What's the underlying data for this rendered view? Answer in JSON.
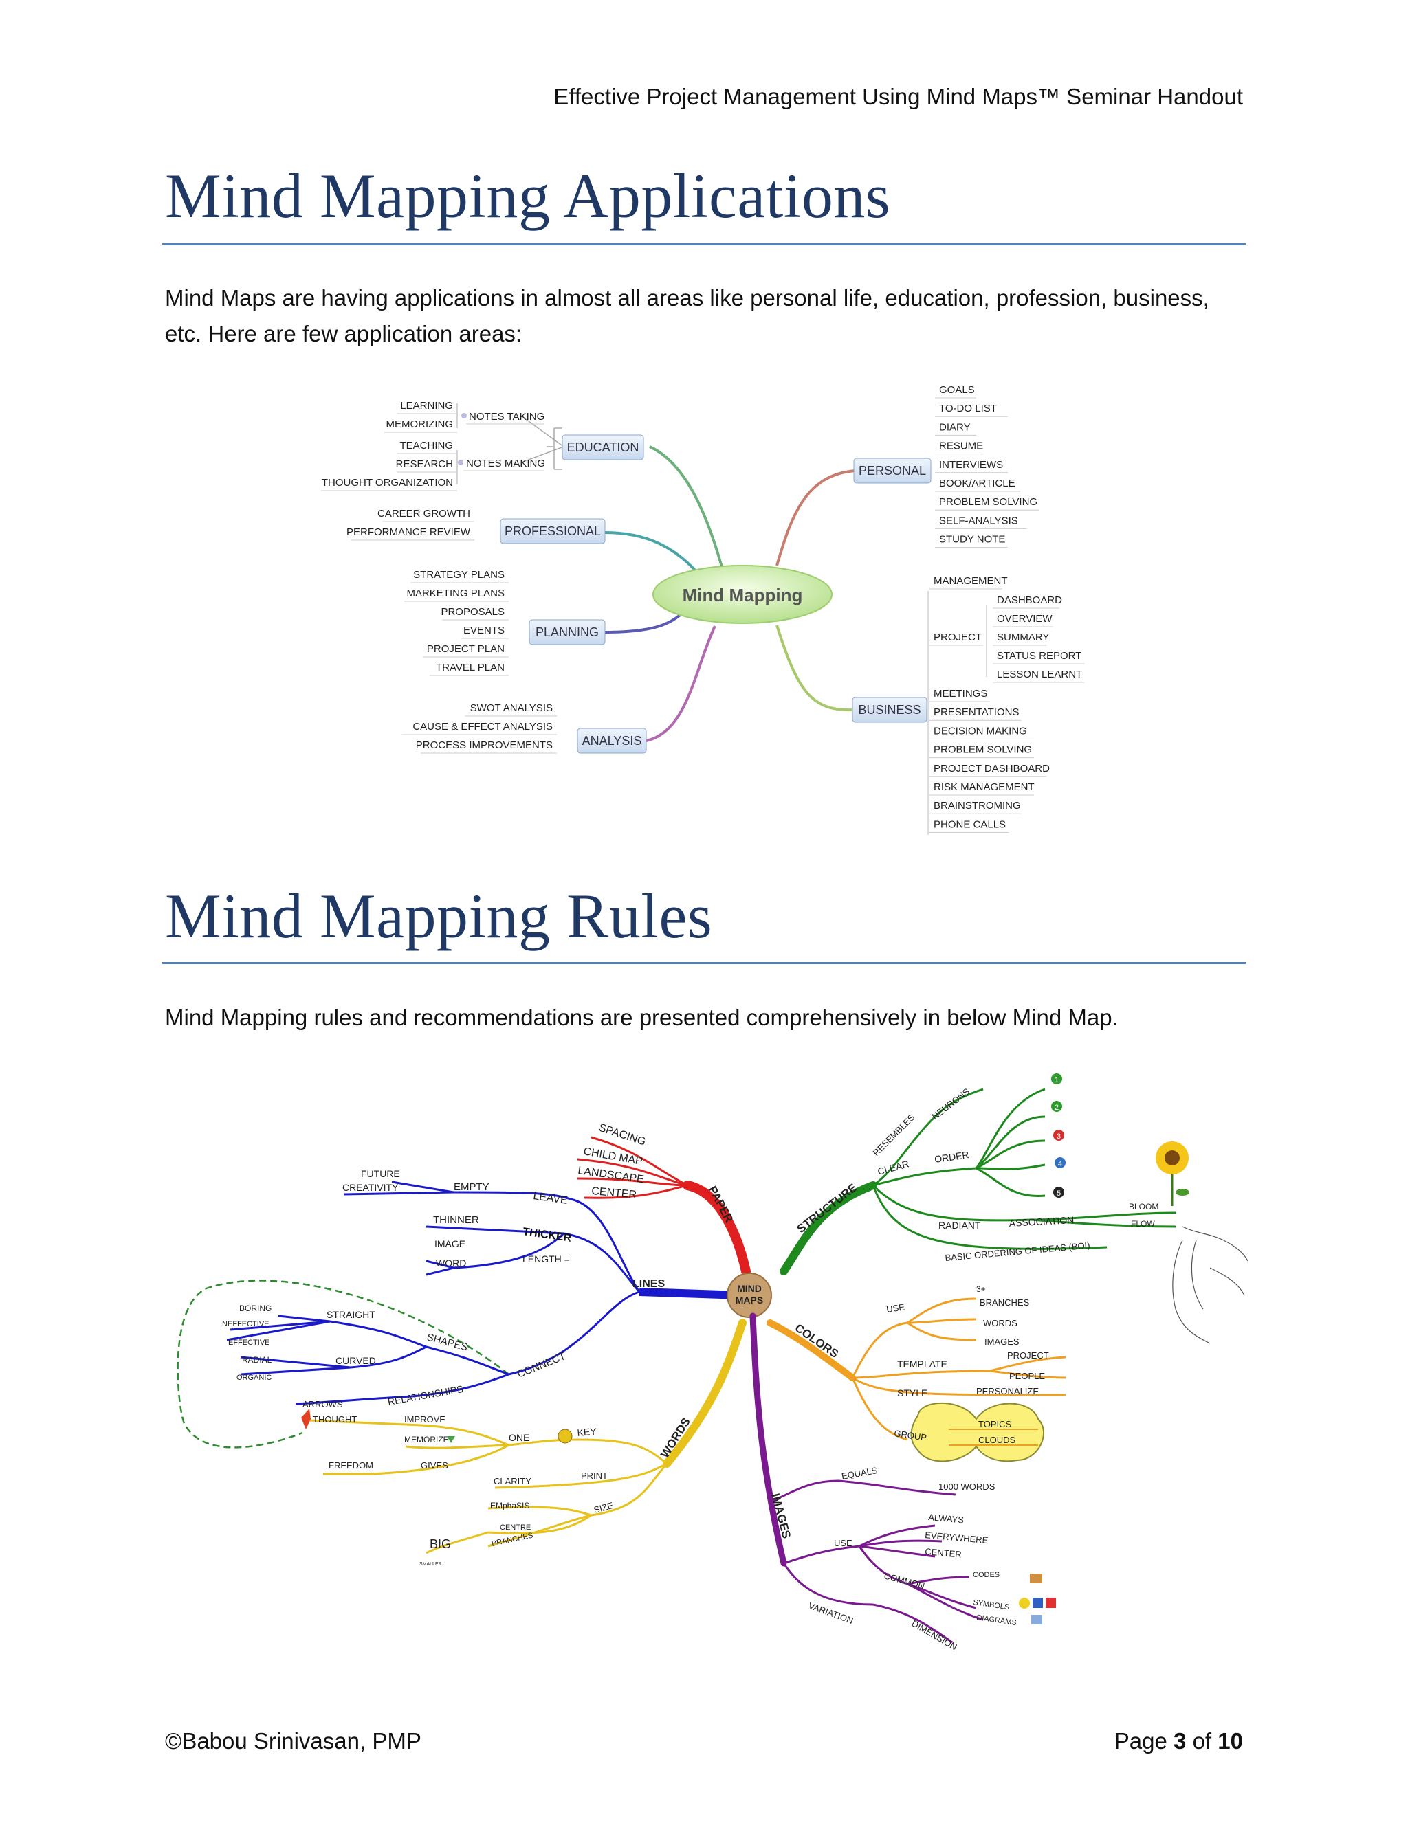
{
  "header": {
    "title": "Effective Project Management Using Mind Maps™ Seminar Handout"
  },
  "section1": {
    "title": "Mind Mapping Applications",
    "intro_line1": "Mind Maps are having applications in almost all areas like personal life, education, profession, business,",
    "intro_line2": "etc. Here are few application areas:"
  },
  "map1": {
    "center": "Mind Mapping",
    "education": {
      "label": "EDUCATION",
      "notes_taking": "NOTES TAKING",
      "notes_making": "NOTES MAKING",
      "items": [
        "LEARNING",
        "MEMORIZING",
        "TEACHING",
        "RESEARCH",
        "THOUGHT ORGANIZATION"
      ]
    },
    "professional": {
      "label": "PROFESSIONAL",
      "items": [
        "CAREER GROWTH",
        "PERFORMANCE REVIEW"
      ]
    },
    "planning": {
      "label": "PLANNING",
      "items": [
        "STRATEGY PLANS",
        "MARKETING PLANS",
        "PROPOSALS",
        "EVENTS",
        "PROJECT PLAN",
        "TRAVEL PLAN"
      ]
    },
    "analysis": {
      "label": "ANALYSIS",
      "items": [
        "SWOT ANALYSIS",
        "CAUSE & EFFECT ANALYSIS",
        "PROCESS IMPROVEMENTS"
      ]
    },
    "personal": {
      "label": "PERSONAL",
      "items": [
        "GOALS",
        "TO-DO LIST",
        "DIARY",
        "RESUME",
        "INTERVIEWS",
        "BOOK/ARTICLE",
        "PROBLEM SOLVING",
        "SELF-ANALYSIS",
        "STUDY NOTE"
      ]
    },
    "business": {
      "label": "BUSINESS",
      "management": "MANAGEMENT",
      "project": "PROJECT",
      "project_items": [
        "DASHBOARD",
        "OVERVIEW",
        "SUMMARY",
        "STATUS REPORT",
        "LESSON LEARNT"
      ],
      "items": [
        "MEETINGS",
        "PRESENTATIONS",
        "DECISION MAKING",
        "PROBLEM SOLVING",
        "PROJECT DASHBOARD",
        "RISK MANAGEMENT",
        "BRAINSTROMING",
        "PHONE CALLS"
      ]
    }
  },
  "section2": {
    "title": "Mind Mapping Rules",
    "intro": "Mind Mapping rules and recommendations are presented comprehensively in below Mind Map."
  },
  "map2": {
    "center_line1": "MIND",
    "center_line2": "MAPS",
    "paper": {
      "label": "PAPER",
      "items": [
        "SPACING",
        "CHILD MAP",
        "LANDSCAPE",
        "CENTER"
      ]
    },
    "lines": {
      "label": "LINES",
      "leave": "LEAVE",
      "empty": "EMPTY",
      "future": "FUTURE",
      "creativity": "CREATIVITY",
      "thicker": "THICKER",
      "thinner": "THINNER",
      "length": "LENGTH =",
      "image": "IMAGE",
      "word": "WORD",
      "connect": "CONNECT",
      "shapes": "SHAPES",
      "straight": "STRAIGHT",
      "curved": "CURVED",
      "straight_items": [
        "BORING",
        "INEFFECTIVE",
        "EFFECTIVE"
      ],
      "curved_items": [
        "RADIAL",
        "ORGANIC"
      ],
      "relationships": "RELATIONSHIPS",
      "arrows": "ARROWS"
    },
    "words": {
      "label": "WORDS",
      "key": "KEY",
      "one": "ONE",
      "thought": "THOUGHT",
      "improve": "IMPROVE",
      "memorize": "MEMORIZE",
      "gives": "GIVES",
      "freedom": "FREEDOM",
      "print": "PRINT",
      "clarity": "CLARITY",
      "size": "SIZE",
      "emphasis": "EMphaSIS",
      "centre": "CENTRE",
      "branches": "BRANCHES",
      "big": "BIG",
      "smaller": "SMALLER"
    },
    "structure": {
      "label": "STRUCTURE",
      "resembles": "RESEMBLES",
      "neurons": "NEURONS",
      "clear": "CLEAR",
      "order": "ORDER",
      "radiant": "RADIANT",
      "association": "ASSOCIATION",
      "bloom": "BLOOM",
      "flow": "FLOW",
      "boi": "BASIC ORDERING OF IDEAS (BOI)",
      "order_numbers": [
        "1",
        "2",
        "3",
        "4",
        "5"
      ]
    },
    "colors": {
      "label": "COLORS",
      "use": "USE",
      "three_plus": "3+",
      "use_items": [
        "BRANCHES",
        "WORDS",
        "IMAGES"
      ],
      "template": "TEMPLATE",
      "template_items": [
        "PROJECT",
        "PEOPLE"
      ],
      "style": "STYLE",
      "personalize": "PERSONALIZE",
      "group": "GROUP",
      "topics": "TOPICS",
      "clouds": "CLOUDS"
    },
    "images": {
      "label": "IMAGES",
      "equals": "EQUALS",
      "thousand_words": "1000 WORDS",
      "use": "USE",
      "use_items": [
        "ALWAYS",
        "EVERYWHERE",
        "CENTER"
      ],
      "common": "COMMON",
      "common_items": [
        "CODES",
        "SYMBOLS",
        "DIAGRAMS"
      ],
      "variation": "VARIATION",
      "dimension": "DIMENSION"
    }
  },
  "footer": {
    "author": "©Babou Srinivasan, PMP",
    "page_word": "Page",
    "page_num": "3",
    "of_word": "of",
    "page_total": "10"
  },
  "colors": {
    "heading": "#1f3864",
    "rule": "#4f81bd",
    "paper": "#e02020",
    "lines": "#1a1acc",
    "words": "#e6c21a",
    "structure": "#1e8a1e",
    "colors_branch": "#f0a020",
    "images": "#7a1a8f"
  }
}
